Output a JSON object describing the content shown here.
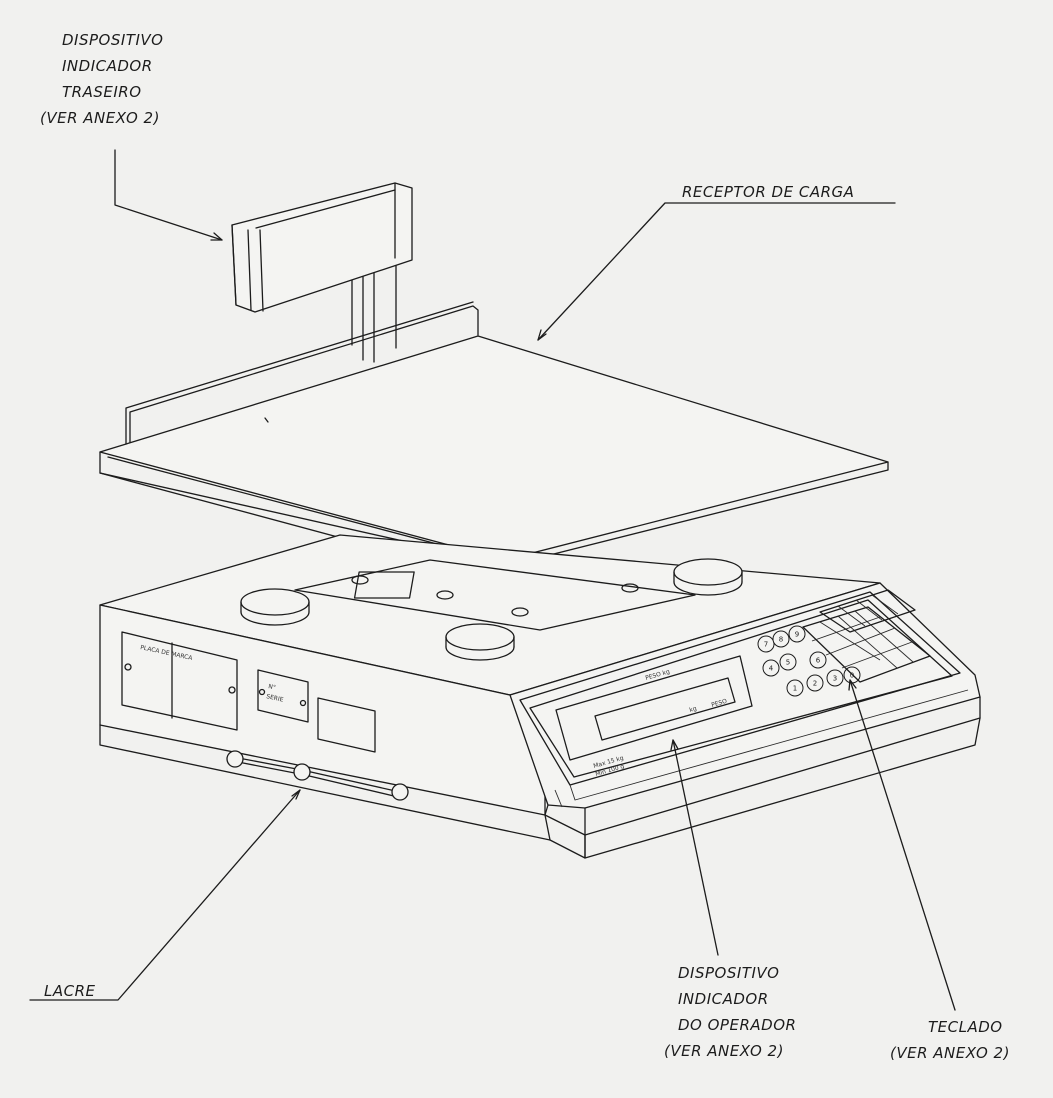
{
  "labels": {
    "rear_indicator": [
      "DISPOSITIVO",
      "INDICADOR",
      "TRASEIRO",
      "(VER ANEXO 2)"
    ],
    "load_receptor": "RECEPTOR DE CARGA",
    "seal": "LACRE",
    "operator_indicator": [
      "DISPOSITIVO",
      "INDICADOR",
      "DO OPERADOR",
      "(VER ANEXO 2)"
    ],
    "keyboard": [
      "TECLADO",
      "(VER ANEXO 2)"
    ]
  },
  "numeric_keys": [
    "7",
    "8",
    "9",
    "4",
    "5",
    "6",
    "1",
    "2",
    "3",
    "0"
  ]
}
